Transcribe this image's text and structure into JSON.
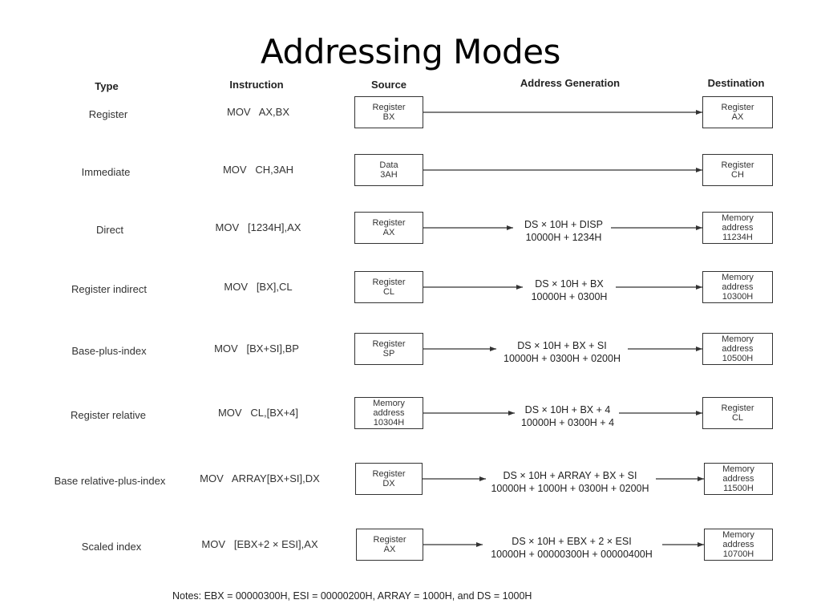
{
  "title": "Addressing Modes",
  "headers": {
    "type": "Type",
    "instruction": "Instruction",
    "source": "Source",
    "address_generation": "Address Generation",
    "destination": "Destination"
  },
  "rows": [
    {
      "type": "Register",
      "instruction": "MOV   AX,BX",
      "source": [
        "Register",
        "BX"
      ],
      "address": [],
      "destination": [
        "Register",
        "AX"
      ]
    },
    {
      "type": "Immediate",
      "instruction": "MOV   CH,3AH",
      "source": [
        "Data",
        "3AH"
      ],
      "address": [],
      "destination": [
        "Register",
        "CH"
      ]
    },
    {
      "type": "Direct",
      "instruction": "MOV   [1234H],AX",
      "source": [
        "Register",
        "AX"
      ],
      "address": [
        "DS × 10H + DISP",
        "10000H + 1234H"
      ],
      "destination": [
        "Memory",
        "address",
        "11234H"
      ]
    },
    {
      "type": "Register indirect",
      "instruction": "MOV   [BX],CL",
      "source": [
        "Register",
        "CL"
      ],
      "address": [
        "DS × 10H + BX",
        "10000H + 0300H"
      ],
      "destination": [
        "Memory",
        "address",
        "10300H"
      ]
    },
    {
      "type": "Base-plus-index",
      "instruction": "MOV   [BX+SI],BP",
      "source": [
        "Register",
        "SP"
      ],
      "address": [
        "DS × 10H + BX + SI",
        "10000H + 0300H + 0200H"
      ],
      "destination": [
        "Memory",
        "address",
        "10500H"
      ]
    },
    {
      "type": "Register relative",
      "instruction": "MOV   CL,[BX+4]",
      "source": [
        "Memory",
        "address",
        "10304H"
      ],
      "address": [
        "DS × 10H + BX + 4",
        "10000H + 0300H + 4"
      ],
      "destination": [
        "Register",
        "CL"
      ]
    },
    {
      "type": "Base relative-plus-index",
      "instruction": "MOV   ARRAY[BX+SI],DX",
      "source": [
        "Register",
        "DX"
      ],
      "address": [
        "DS × 10H + ARRAY + BX + SI",
        "10000H + 1000H + 0300H + 0200H"
      ],
      "destination": [
        "Memory",
        "address",
        "11500H"
      ]
    },
    {
      "type": "Scaled index",
      "instruction": "MOV   [EBX+2 × ESI],AX",
      "source": [
        "Register",
        "AX"
      ],
      "address": [
        "DS × 10H + EBX + 2 × ESI",
        "10000H + 00000300H + 00000400H"
      ],
      "destination": [
        "Memory",
        "address",
        "10700H"
      ]
    }
  ],
  "notes": "Notes:  EBX = 00000300H, ESI = 00000200H, ARRAY = 1000H, and DS = 1000H"
}
